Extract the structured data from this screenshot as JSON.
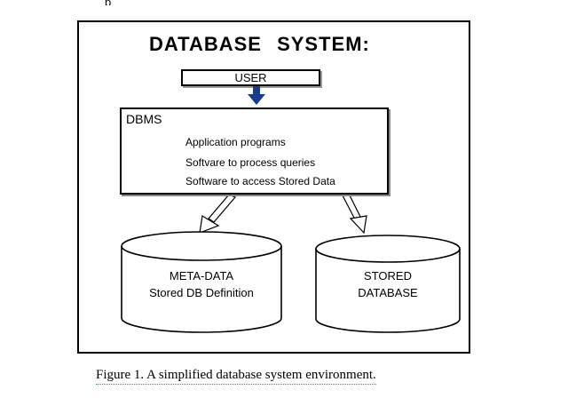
{
  "figure": {
    "top_fragment": "p",
    "title": "DATABASE SYSTEM:",
    "user_label": "USER",
    "dbms": {
      "label": "DBMS",
      "items": [
        "Application programs",
        "Softvare to process queries",
        "Software to access Stored Data"
      ]
    },
    "meta_store": {
      "line1": "META-DATA",
      "line2": "Stored DB Definition"
    },
    "data_store": {
      "line1": "STORED",
      "line2": "DATABASE"
    },
    "caption": "Figure 1. A simplified database system environment."
  },
  "colors": {
    "arrow_fill": "#1a3a8a",
    "line": "#000000",
    "spell_underline": "#3a9a3a"
  }
}
